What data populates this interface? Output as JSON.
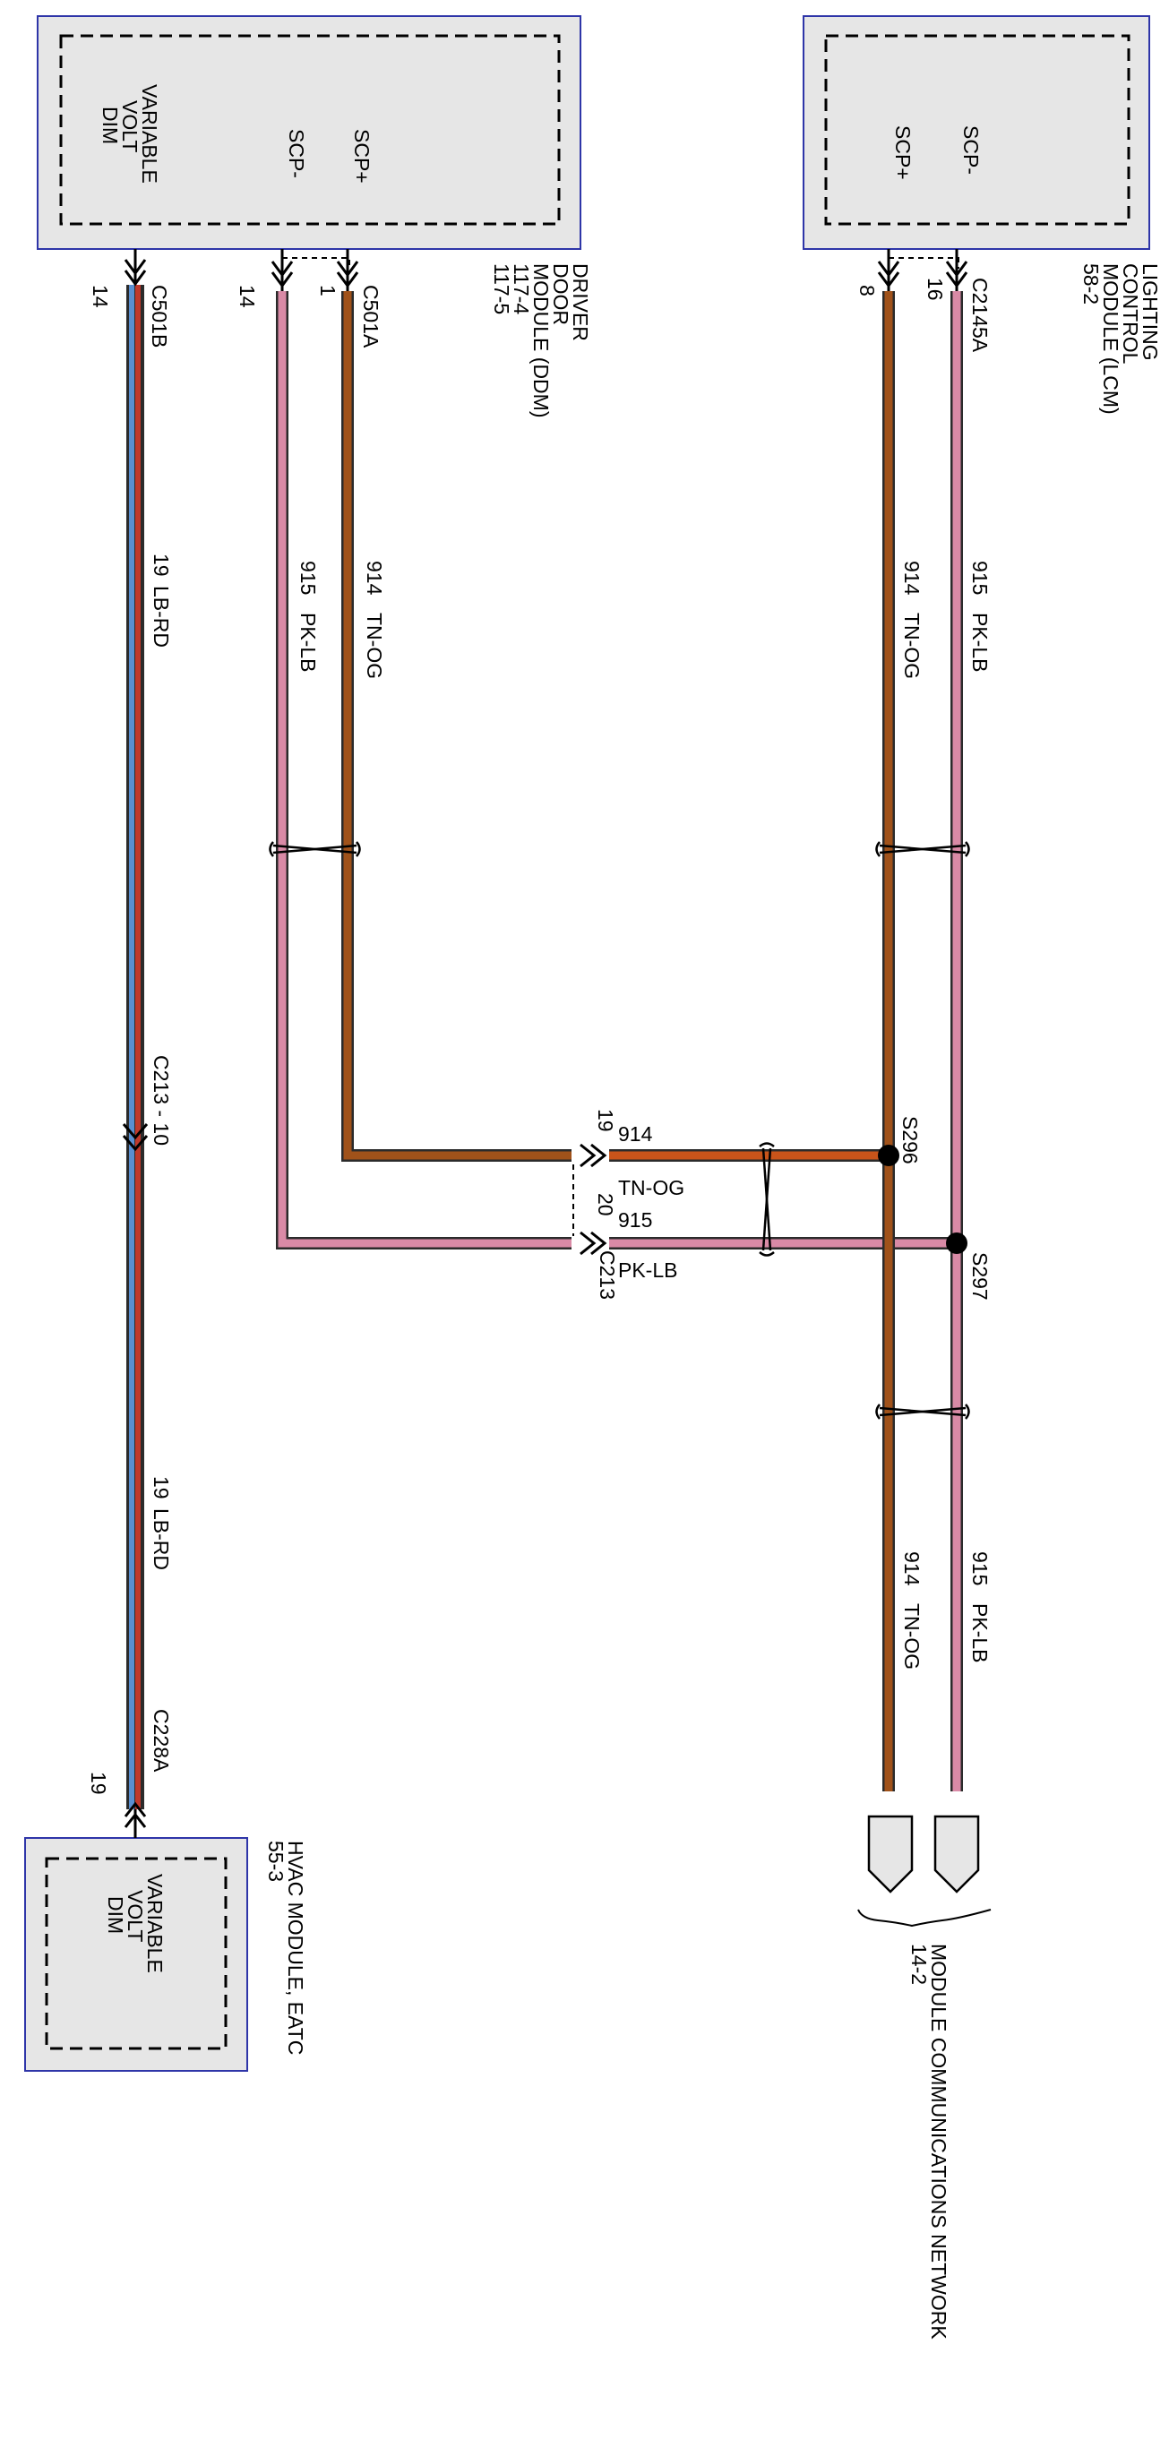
{
  "modules": {
    "ddm": {
      "pins": [
        "VARIABLE",
        "VOLT",
        "DIM",
        "SCP-",
        "SCP+"
      ],
      "title_lines": [
        "DRIVER",
        "DOOR",
        "MODULE (DDM)",
        "117-4",
        "117-5"
      ]
    },
    "lcm": {
      "pins": [
        "SCP-",
        "SCP+"
      ],
      "title_lines": [
        "LIGHTING",
        "CONTROL",
        "MODULE (LCM)",
        "58-2"
      ]
    },
    "hvac": {
      "pins": [
        "VARIABLE",
        "VOLT",
        "DIM"
      ],
      "title_lines": [
        "HVAC MODULE, EATC",
        "55-3"
      ]
    },
    "network": {
      "title_lines": [
        "MODULE COMMUNICATIONS NETWORK",
        "14-2"
      ]
    }
  },
  "connectors": {
    "c501b": "C501B",
    "c501a": "C501A",
    "c2145a": "C2145A",
    "c213_inline": "C213 - 10",
    "c228a": "C228A",
    "c213": "C213"
  },
  "pin_numbers": {
    "c501b": "14",
    "c501a_scpminus": "14",
    "c501a_scpplus": "1",
    "c2145a_scpplus": "8",
    "c2145a_scpminus": "16",
    "c228a": "19",
    "c213_914": "19",
    "c213_915": "20"
  },
  "splices": {
    "s296": "S296",
    "s297": "S297"
  },
  "wires": {
    "lbrd": {
      "circuit": "19",
      "color_code": "LB-RD",
      "colors": [
        "#5a8fd0",
        "#c0392b"
      ]
    },
    "tnog": {
      "circuit": "914",
      "color_code": "TN-OG",
      "color": "#a0521a"
    },
    "pklb": {
      "circuit": "915",
      "color_code": "PK-LB",
      "color": "#d98aa6"
    }
  },
  "colors": {
    "module_border": "#2e35a8",
    "module_fill": "#e6e6e6",
    "connector_fill": "#e6e6e6"
  }
}
